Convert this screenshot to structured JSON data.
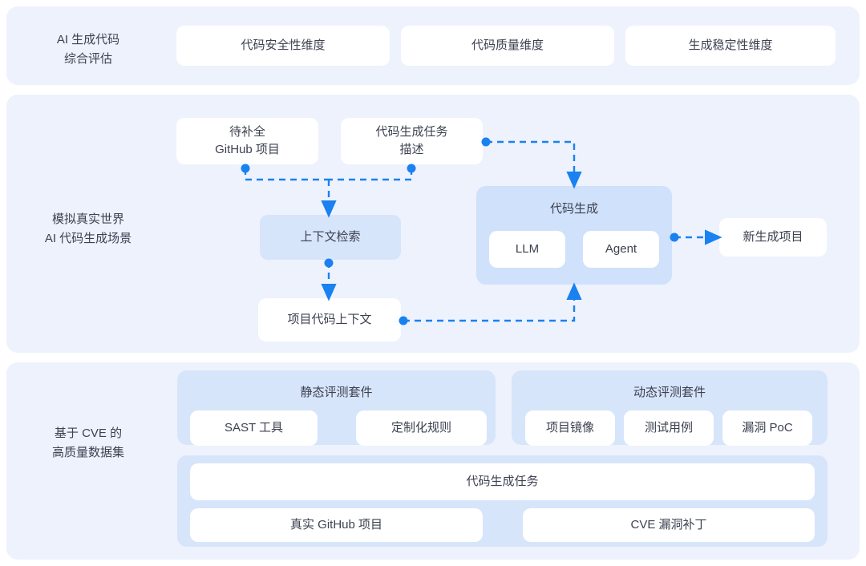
{
  "accent": "#1a81f0",
  "panel_bg": "#eef2fd",
  "group_bg": "#d7e5fb",
  "text_color": "#3d4150",
  "rows": {
    "eval": {
      "label": "AI 生成代码\n综合评估"
    },
    "scene": {
      "label": "模拟真实世界\nAI 代码生成场景"
    },
    "dataset": {
      "label": "基于 CVE 的\n高质量数据集"
    }
  },
  "eval_cards": [
    {
      "label": "代码安全性维度"
    },
    {
      "label": "代码质量维度"
    },
    {
      "label": "生成稳定性维度"
    }
  ],
  "scene": {
    "github_project": "待补全\nGitHub 项目",
    "task_description": "代码生成任务\n描述",
    "context_retrieval": "上下文检索",
    "project_context": "项目代码上下文",
    "codegen_group_title": "代码生成",
    "codegen_llm": "LLM",
    "codegen_agent": "Agent",
    "new_project": "新生成项目"
  },
  "dataset": {
    "static_suite": {
      "title": "静态评测套件",
      "items": [
        "SAST 工具",
        "定制化规则"
      ]
    },
    "dynamic_suite": {
      "title": "动态评测套件",
      "items": [
        "项目镜像",
        "测试用例",
        "漏洞 PoC"
      ]
    },
    "base": {
      "task": "代码生成任务",
      "repo": "真实 GitHub 项目",
      "patch": "CVE 漏洞补丁"
    }
  }
}
